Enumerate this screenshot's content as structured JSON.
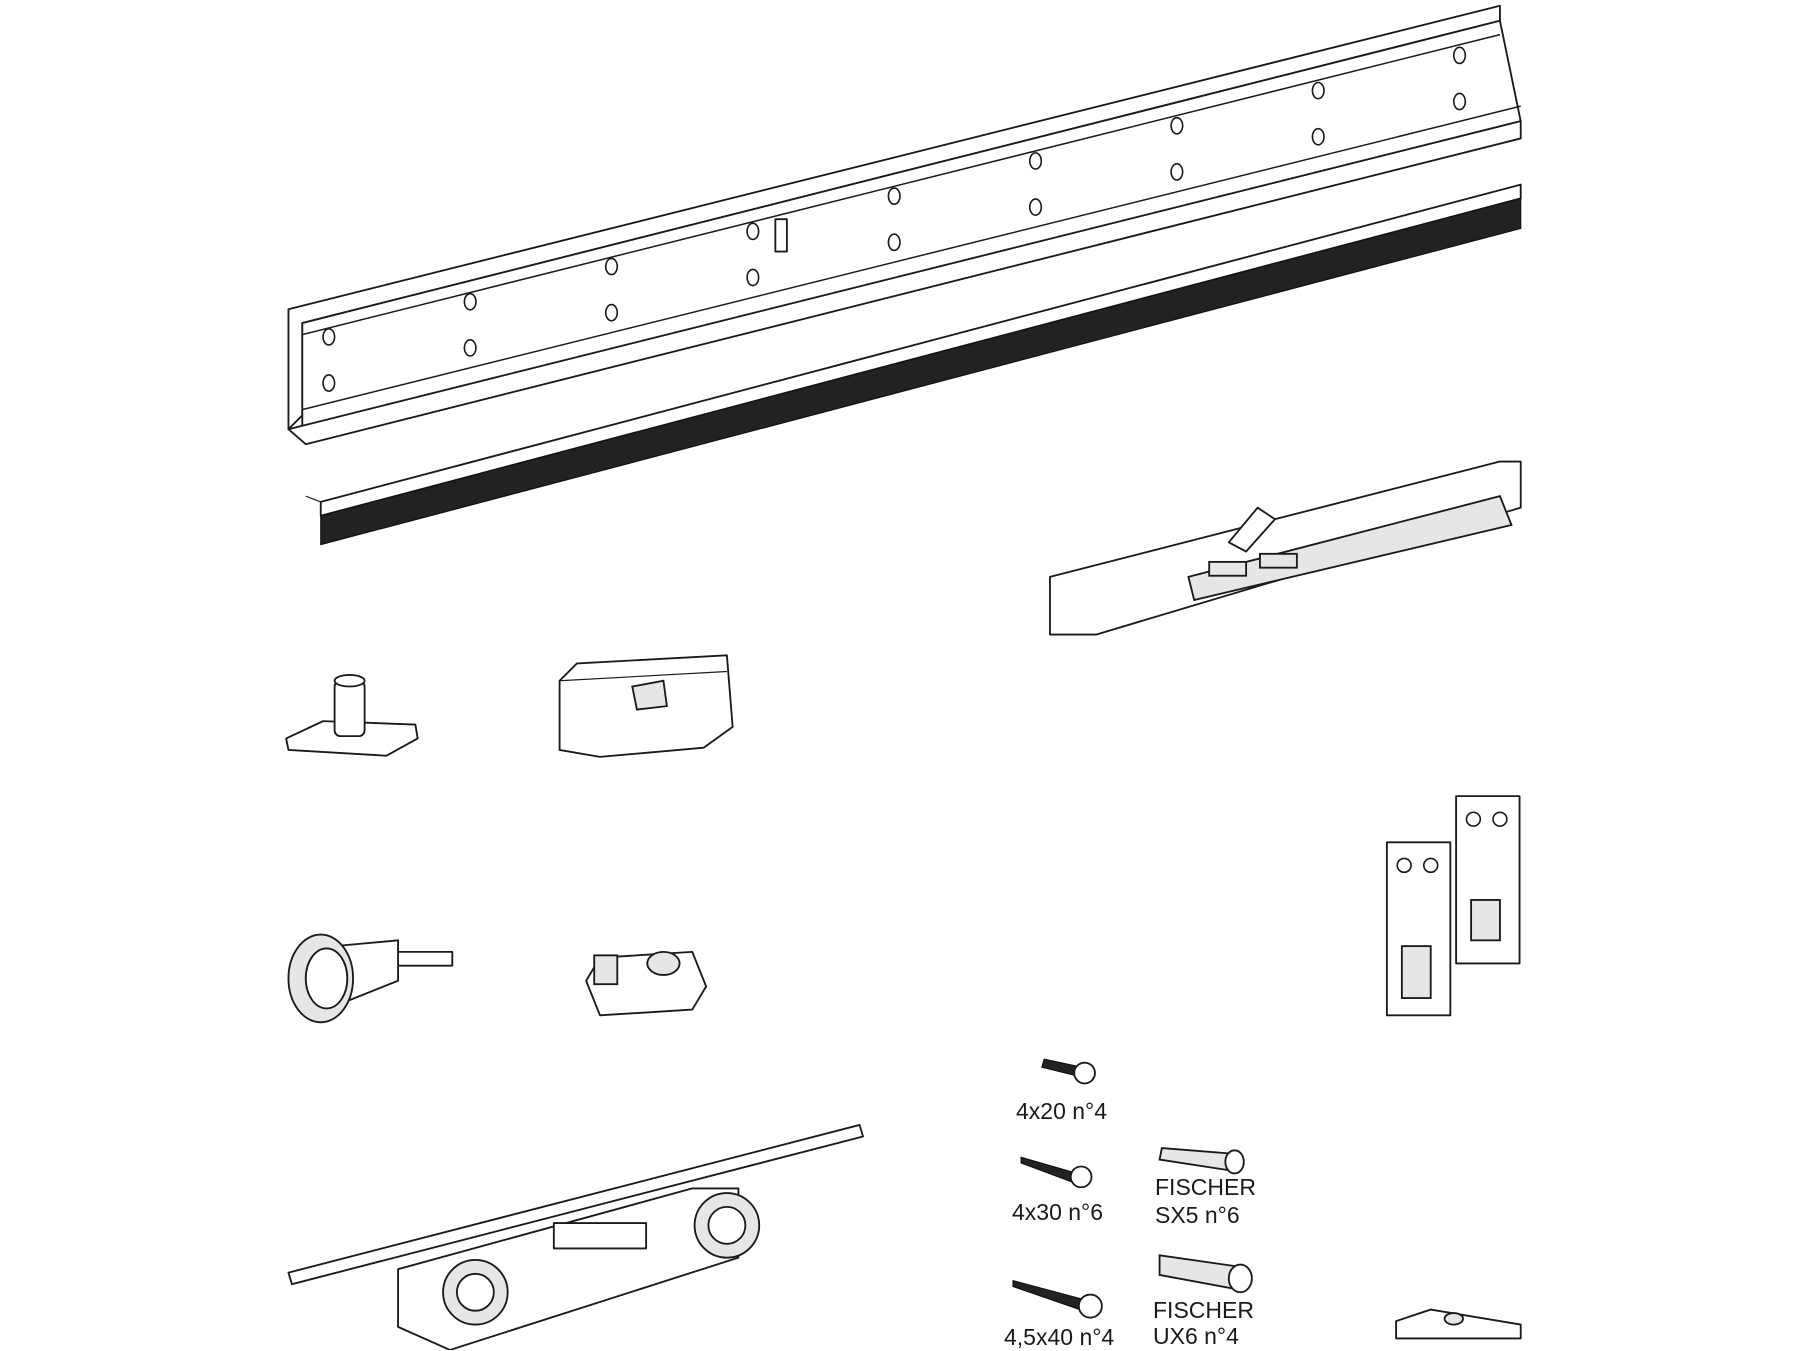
{
  "labels": {
    "screw_4x20": "4x20 n°4",
    "screw_4x30": "4x30 n°6",
    "screw_45x40": "4,5x40 n°4",
    "plug_sx5_brand": "FISCHER",
    "plug_sx5_qty": "SX5 n°6",
    "plug_ux6_brand": "FISCHER",
    "plug_ux6_qty": "UX6 n°4"
  }
}
